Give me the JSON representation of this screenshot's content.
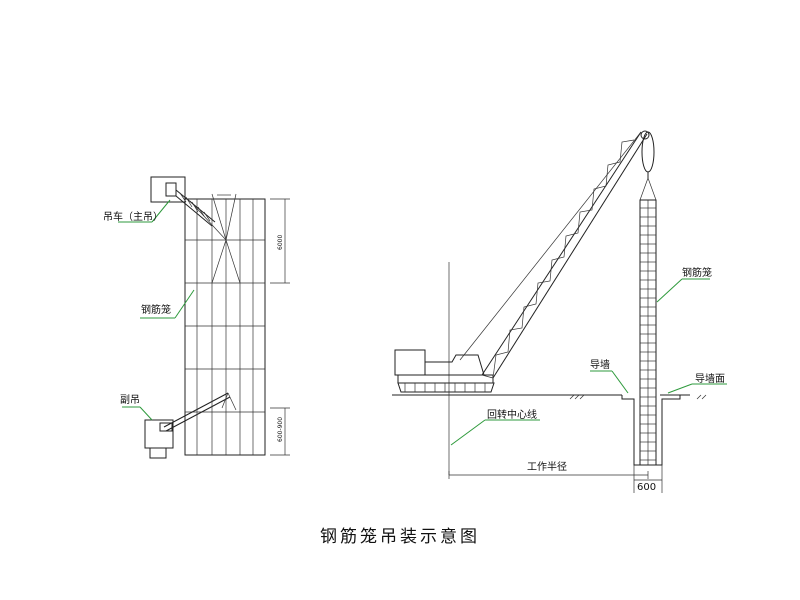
{
  "title": "钢筋笼吊装示意图",
  "left_view": {
    "main_crane_label": "吊车（主吊）",
    "cage_label": "钢筋笼",
    "aux_crane_label": "副吊",
    "dim_top": "6000",
    "dim_bottom": "600-900"
  },
  "right_view": {
    "cage_label": "钢筋笼",
    "guide_wall_label": "导墙",
    "guide_wall_surface_label": "导墙面",
    "rotation_center_label": "回转中心线",
    "working_radius_label": "工作半径",
    "width_dim": "600"
  }
}
